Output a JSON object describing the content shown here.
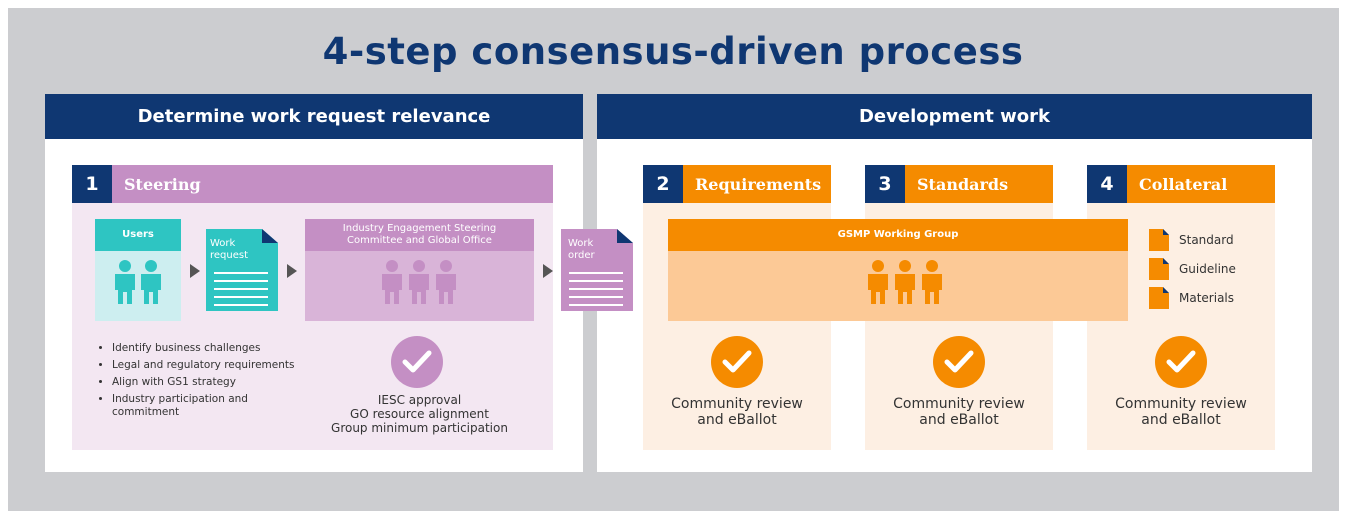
{
  "title": "4-step consensus-driven process",
  "sections": {
    "left_header": "Determine work request relevance",
    "right_header": "Development work"
  },
  "steps": [
    {
      "num": "1",
      "title": "Steering"
    },
    {
      "num": "2",
      "title": "Requirements"
    },
    {
      "num": "3",
      "title": "Standards"
    },
    {
      "num": "4",
      "title": "Collateral"
    }
  ],
  "steering": {
    "users_label": "Users",
    "work_request_label": "Work request",
    "iesc_label": "Industry Engagement Steering Committee and Global Office",
    "bullets": [
      "Identify business challenges",
      "Legal and regulatory requirements",
      "Align with GS1 strategy",
      "Industry participation and commitment"
    ],
    "approval_lines": [
      "IESC approval",
      "GO resource alignment",
      "Group minimum participation"
    ]
  },
  "work_order_label": "Work order",
  "development": {
    "working_group_label": "GSMP Working Group",
    "review_line1": "Community review",
    "review_line2": "and eBallot",
    "collateral_items": [
      "Standard",
      "Guideline",
      "Materials"
    ]
  },
  "colors": {
    "navy": "#0f3772",
    "teal": "#2ec5c2",
    "purple": "#c48fc4",
    "orange": "#f58b00"
  }
}
